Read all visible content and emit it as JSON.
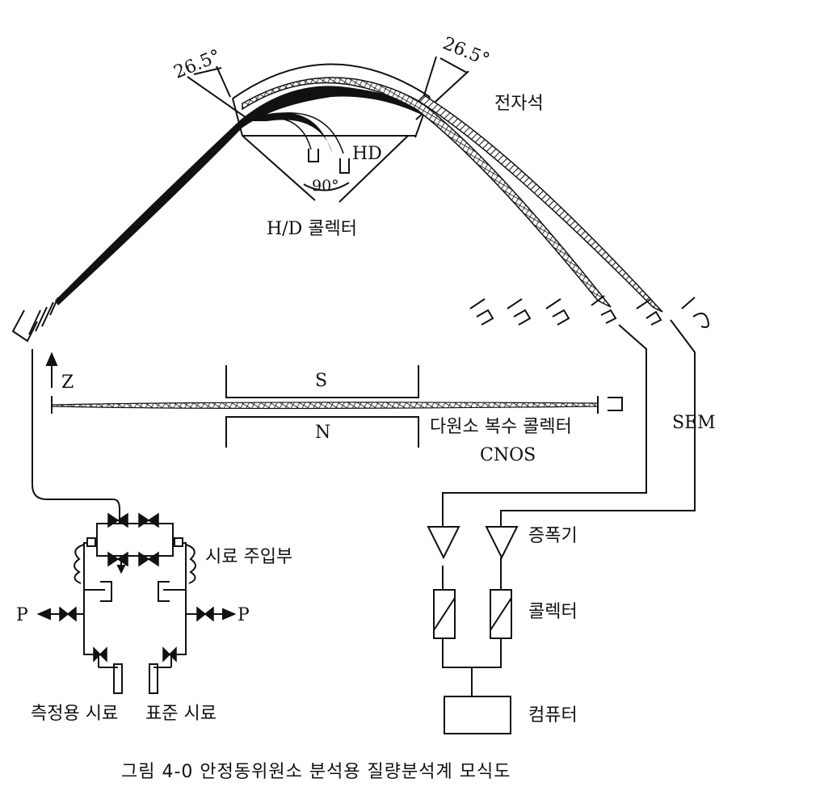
{
  "diagram": {
    "caption": "그림 4-0  안정동위원소 분석용 질량분석계 모식도",
    "labels": {
      "angle_left": "26.5°",
      "angle_right": "26.5°",
      "magnet": "전자석",
      "hd": "HD",
      "angle_90": "90°",
      "hd_collector": "H/D 콜렉터",
      "z_axis": "Z",
      "pole_s": "S",
      "pole_n": "N",
      "multi_collector_line1": "다원소 복수 콜렉터",
      "multi_collector_line2": "CNOS",
      "sem": "SEM",
      "sample_inlet": "시료 주입부",
      "pump_left": "P",
      "pump_right": "P",
      "amplifier": "증폭기",
      "collector": "콜렉터",
      "computer": "컴퓨터",
      "sample_measure": "측정용 시료",
      "sample_standard": "표준 시료"
    },
    "colors": {
      "ink": "#111111",
      "background": "#ffffff"
    }
  }
}
